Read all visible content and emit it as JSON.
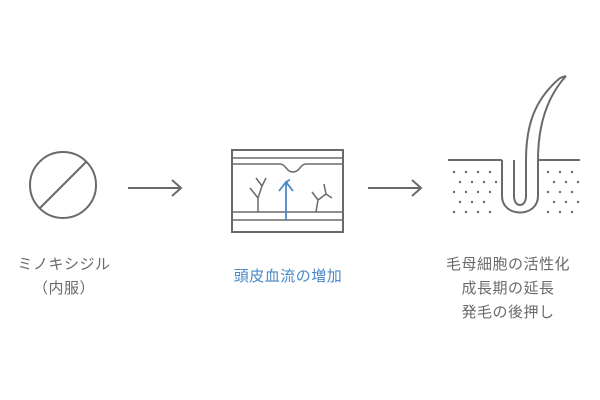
{
  "steps": [
    {
      "icon": "pill-icon",
      "lines": [
        "ミノキシジル",
        "（内服）"
      ]
    },
    {
      "icon": "scalp-bloodflow-icon",
      "lines": [
        "頭皮血流の増加"
      ]
    },
    {
      "icon": "hair-follicle-icon",
      "lines": [
        "毛母細胞の活性化",
        "成長期の延長",
        "発毛の後押し"
      ]
    }
  ],
  "colors": {
    "stroke": "#6a6a6a",
    "text": "#6a6a6a",
    "accent": "#4a88c8"
  }
}
